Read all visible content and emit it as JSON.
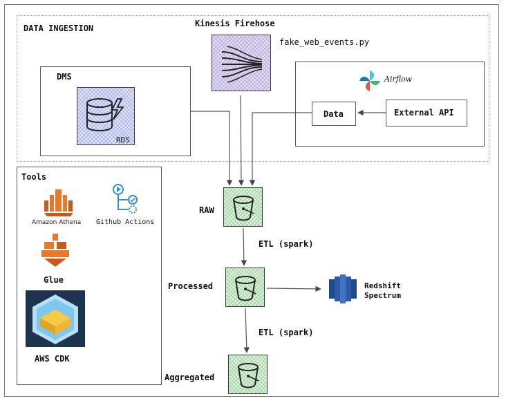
{
  "sections": {
    "ingestion_title": "DATA INGESTION",
    "tools_title": "Tools"
  },
  "sources": {
    "kinesis_label": "Kinesis Firehose",
    "script_label": "fake_web_events.py",
    "dms_label": "DMS",
    "rds_label": "RDS",
    "airflow_label": "Airflow",
    "data_label": "Data",
    "external_api_label": "External API"
  },
  "pipeline": {
    "raw_label": "RAW",
    "processed_label": "Processed",
    "aggregated_label": "Aggregated",
    "etl_1_label": "ETL (spark)",
    "etl_2_label": "ETL (spark)",
    "redshift_label_line1": "Redshift",
    "redshift_label_line2": "Spectrum"
  },
  "tools": {
    "athena_label": "Amazon Athena",
    "github_label": "Github Actions",
    "glue_label": "Glue",
    "cdk_label": "AWS CDK"
  },
  "colors": {
    "bucket_fill": "#d9f2d9",
    "kinesis_fill": "#e3dcf3",
    "rds_fill": "#dfe4fb",
    "aws_orange": "#e8782a",
    "redshift_blue": "#2e5aa8",
    "github_blue": "#2f8fd8",
    "cdk_navy": "#1d3350"
  }
}
